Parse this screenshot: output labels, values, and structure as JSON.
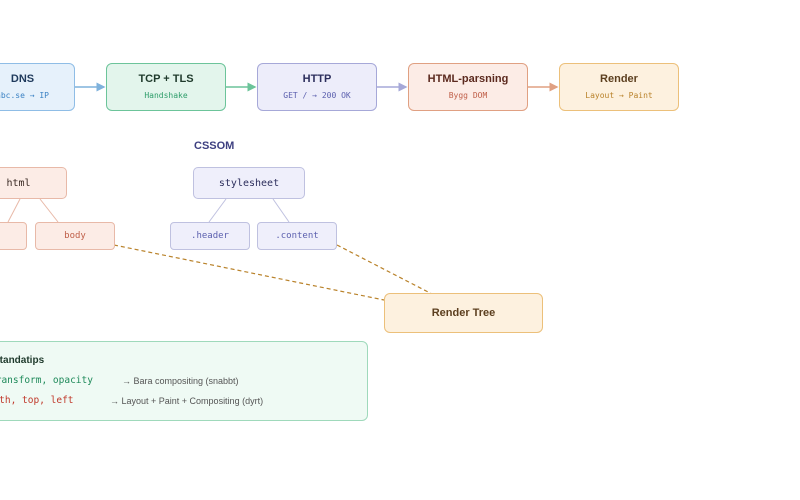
{
  "pipeline": [
    {
      "title": "DNS",
      "sub": "abc.se → IP"
    },
    {
      "title": "TCP + TLS",
      "sub": "Handshake"
    },
    {
      "title": "HTTP",
      "sub": "GET / → 200 OK"
    },
    {
      "title": "HTML-parsning",
      "sub": "Bygg DOM"
    },
    {
      "title": "Render",
      "sub": "Layout → Paint"
    }
  ],
  "dom": {
    "root": "html",
    "child_left": "",
    "child_body": "body"
  },
  "cssom": {
    "heading": "CSSOM",
    "root": "stylesheet",
    "child_header": ".header",
    "child_content": ".content"
  },
  "render_tree": {
    "label": "Render Tree"
  },
  "tips": {
    "title": "Prestandatips",
    "rows": [
      {
        "code": "transform, opacity",
        "desc": "→ Bara compositing (snabbt)"
      },
      {
        "code": "width, top, left",
        "desc": "→ Layout + Paint + Compositing (dyrt)"
      }
    ]
  },
  "colors": {
    "dns": "#3b82c4",
    "tcp": "#2e9d6a",
    "http": "#5b5fae",
    "parse": "#c0604a",
    "render": "#b9822a",
    "tips": "#1f8a5a",
    "slow": "#c0392b"
  }
}
